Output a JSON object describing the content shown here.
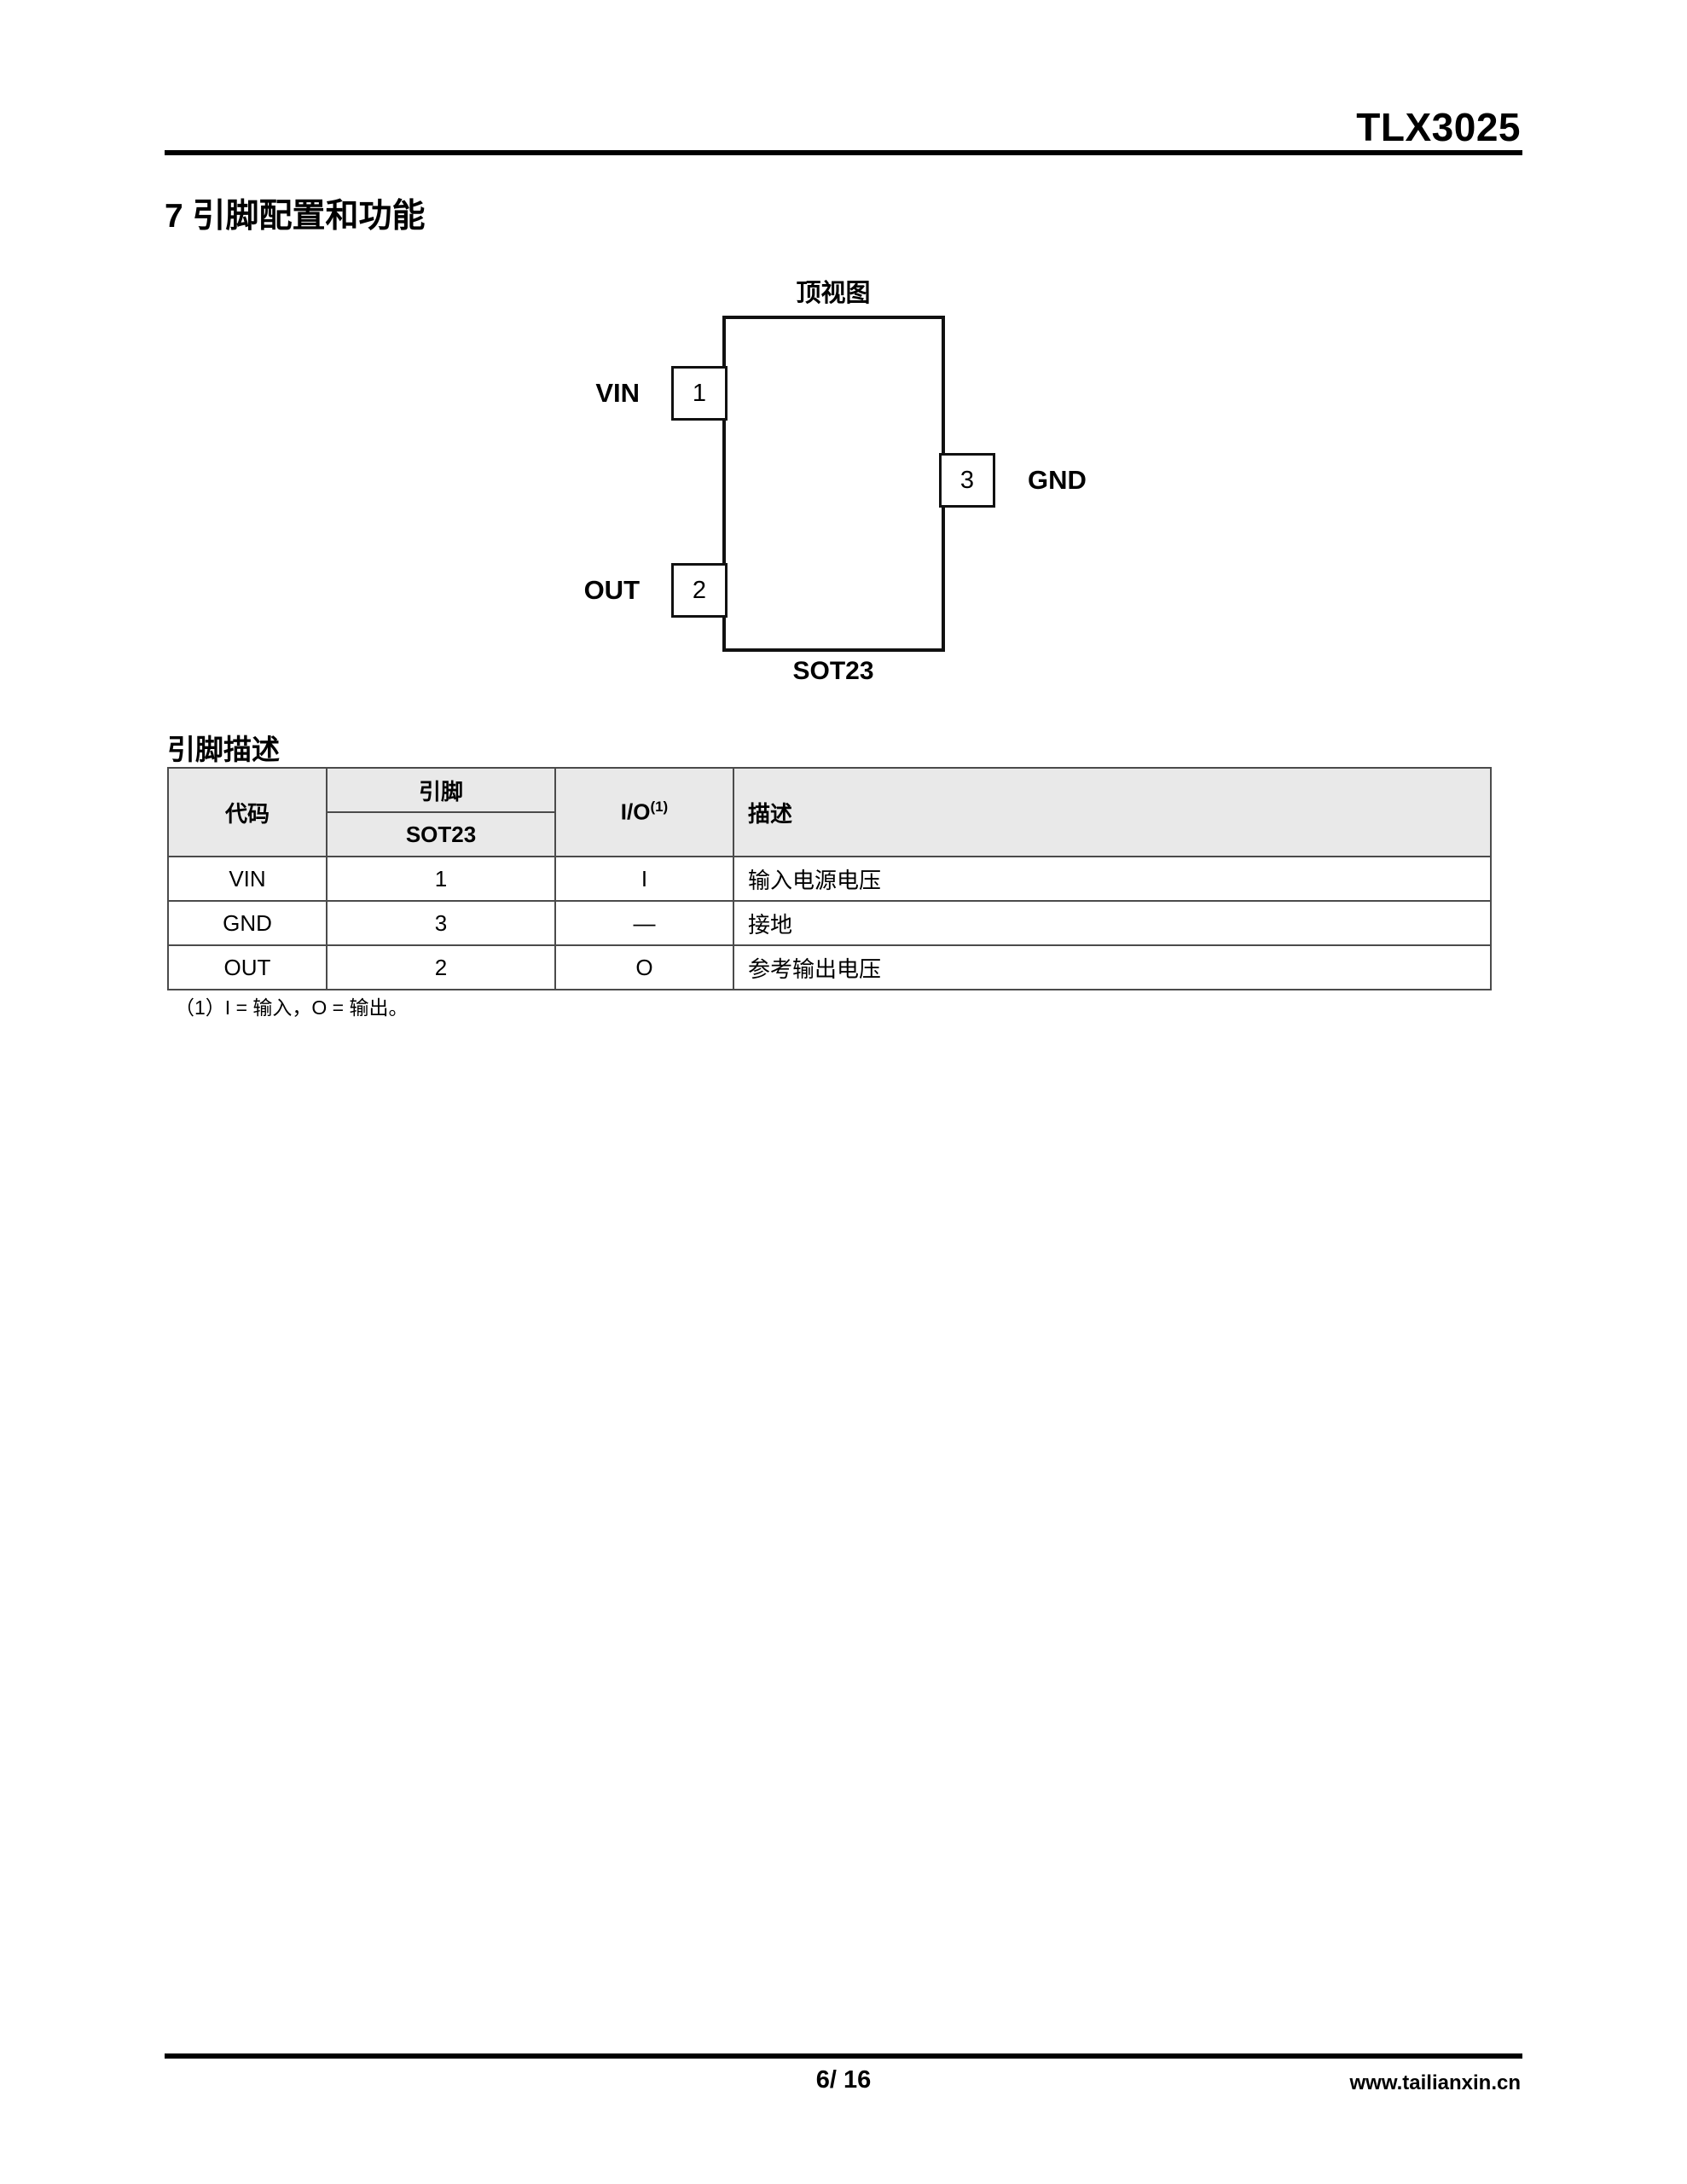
{
  "doc": {
    "title": "TLX3025",
    "section_title": "7 引脚配置和功能"
  },
  "diagram": {
    "title": "顶视图",
    "package_label": "SOT23",
    "pins": [
      {
        "label": "VIN",
        "number": "1"
      },
      {
        "label": "OUT",
        "number": "2"
      },
      {
        "label": "GND",
        "number": "3"
      }
    ]
  },
  "table": {
    "section_title": "引脚描述",
    "headers": {
      "code": "代码",
      "pin_group": "引脚",
      "pin_sub": "SOT23",
      "io": "I/O",
      "io_sup": "(1)",
      "desc": "描述"
    },
    "rows": [
      {
        "code": "VIN",
        "pin": "1",
        "io": "I",
        "desc": "输入电源电压"
      },
      {
        "code": "GND",
        "pin": "3",
        "io": "—",
        "desc": "接地"
      },
      {
        "code": "OUT",
        "pin": "2",
        "io": "O",
        "desc": "参考输出电压"
      }
    ],
    "footnote": "（1）I = 输入，O = 输出。"
  },
  "footer": {
    "page": "6/ 16",
    "site": "www.tailianxin.cn"
  }
}
